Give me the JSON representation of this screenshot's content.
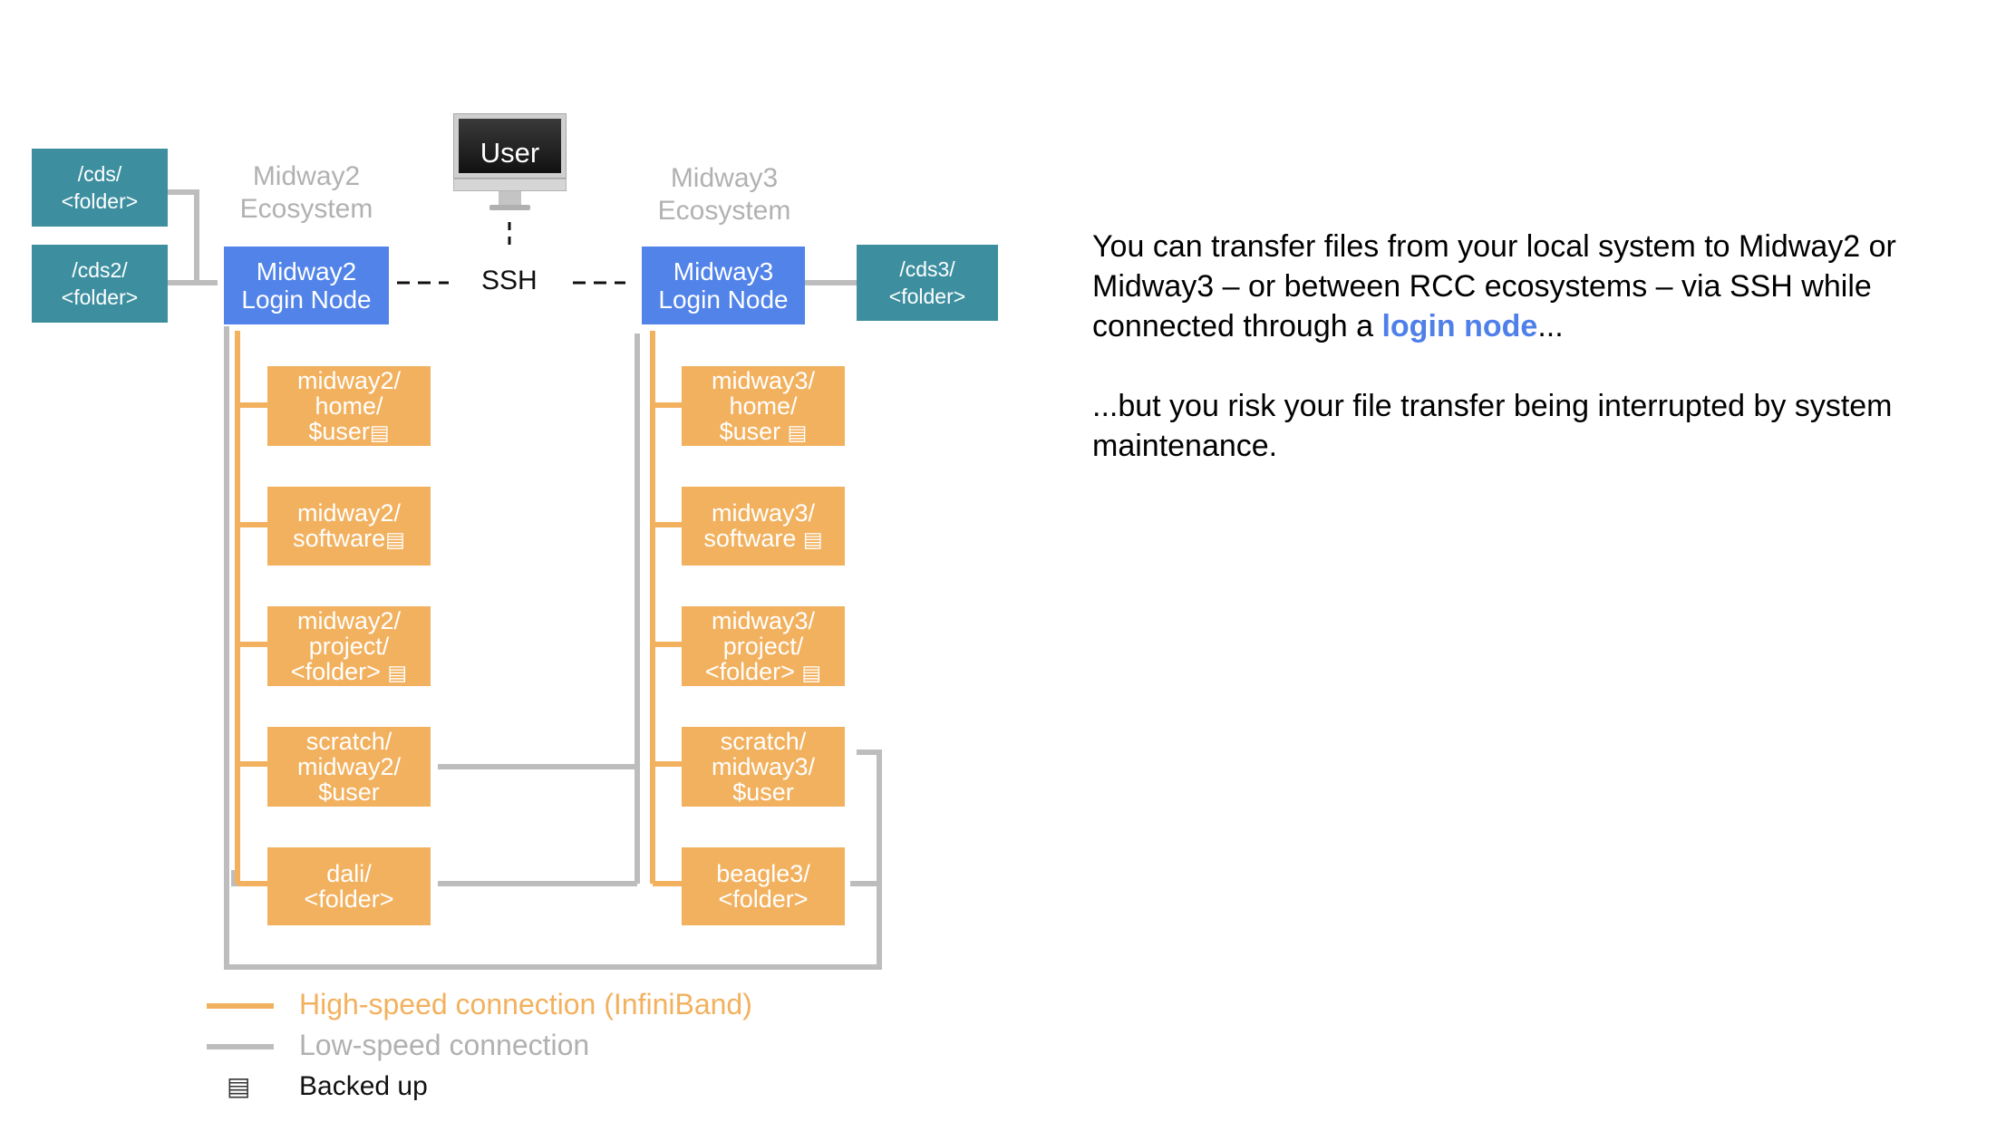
{
  "colors": {
    "teal": "#3d8fa0",
    "blue": "#5183e9",
    "orange": "#f2b15e",
    "gray_line": "#bdbdbd",
    "ecosystem_text": "#b1b1b1",
    "link": "#4f7fe8"
  },
  "user": {
    "label": "User"
  },
  "ssh": {
    "label": "SSH"
  },
  "midway2": {
    "ecosystem": {
      "line1": "Midway2",
      "line2": "Ecosystem"
    },
    "login": {
      "line1": "Midway2",
      "line2": "Login Node"
    },
    "cds": [
      {
        "line1": "/cds/",
        "line2": "<folder>"
      },
      {
        "line1": "/cds2/",
        "line2": "<folder>"
      }
    ],
    "storage": [
      {
        "lines": [
          "midway2/",
          "home/",
          "$user"
        ],
        "backed_up": true
      },
      {
        "lines": [
          "midway2/",
          "software"
        ],
        "backed_up": true
      },
      {
        "lines": [
          "midway2/",
          "project/",
          "<folder>"
        ],
        "backed_up": true
      },
      {
        "lines": [
          "scratch/",
          "midway2/",
          "$user"
        ],
        "backed_up": false
      },
      {
        "lines": [
          "dali/",
          "<folder>"
        ],
        "backed_up": false
      }
    ]
  },
  "midway3": {
    "ecosystem": {
      "line1": "Midway3",
      "line2": "Ecosystem"
    },
    "login": {
      "line1": "Midway3",
      "line2": "Login Node"
    },
    "cds": [
      {
        "line1": "/cds3/",
        "line2": "<folder>"
      }
    ],
    "storage": [
      {
        "lines": [
          "midway3/",
          "home/",
          "$user"
        ],
        "backed_up": true
      },
      {
        "lines": [
          "midway3/",
          "software"
        ],
        "backed_up": true
      },
      {
        "lines": [
          "midway3/",
          "project/",
          "<folder>"
        ],
        "backed_up": true
      },
      {
        "lines": [
          "scratch/",
          "midway3/",
          "$user"
        ],
        "backed_up": false
      },
      {
        "lines": [
          "beagle3/",
          "<folder>"
        ],
        "backed_up": false
      }
    ]
  },
  "legend": {
    "high_speed": "High-speed connection (InfiniBand)",
    "low_speed": "Low-speed connection",
    "backed_up": "Backed up",
    "backed_up_icon": "▤"
  },
  "text": {
    "p1_before": "You can transfer files from your local system to Midway2 or Midway3 – or between RCC ecosystems – via SSH while connected through a ",
    "p1_link": "login node",
    "p1_after": "...",
    "p2": "...but you risk your file transfer being interrupted by system maintenance."
  }
}
